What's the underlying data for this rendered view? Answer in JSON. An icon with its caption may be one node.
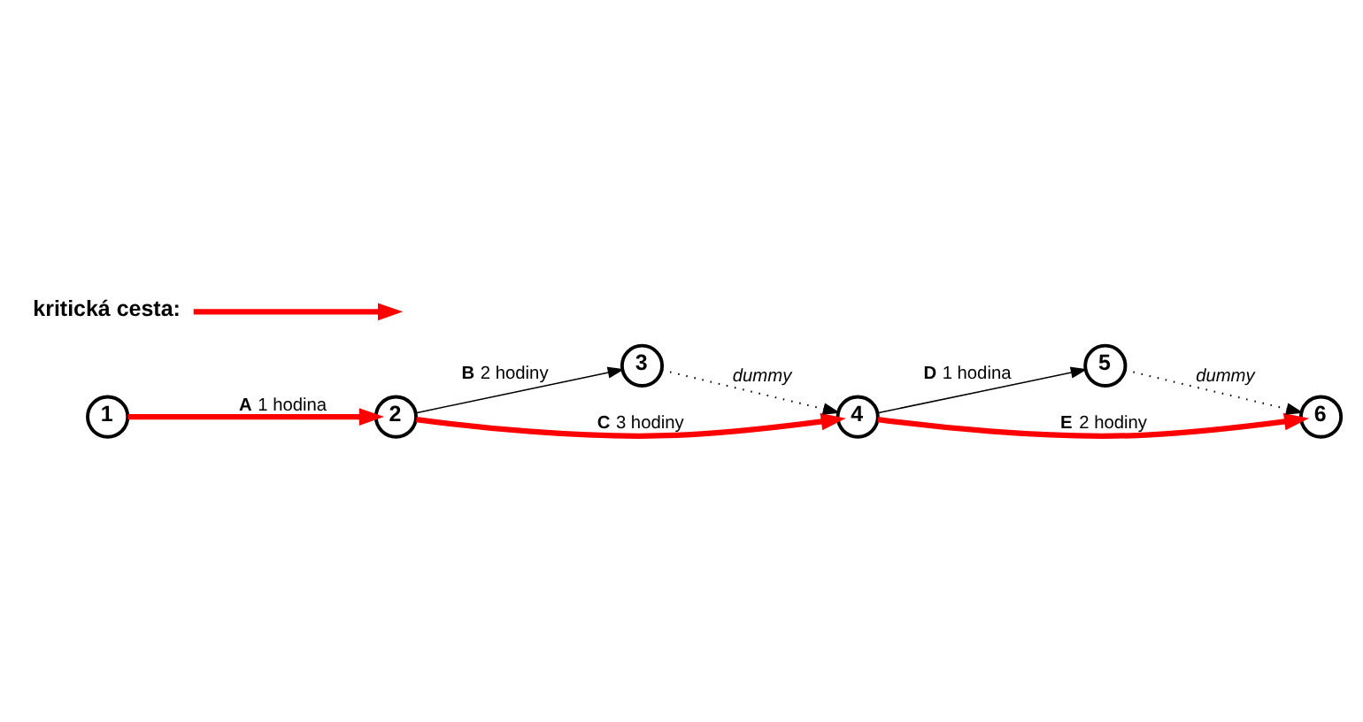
{
  "diagram": {
    "nodes": [
      {
        "text": [
          "1"
        ]
      },
      {
        "text": [
          "2"
        ]
      },
      {
        "text": [
          "3"
        ]
      },
      {
        "text": [
          "4"
        ]
      },
      {
        "text": [
          "5"
        ]
      },
      {
        "text": [
          "6"
        ]
      }
    ],
    "edges": [
      {
        "from": 0,
        "to": 1,
        "arrow": "to",
        "label": "**A** 1 hodina",
        "style": "thick",
        "color": "#ff0000"
      },
      {
        "from": 1,
        "to": 2,
        "arrow": "to",
        "label": "**B** 2 hodiny"
      },
      {
        "from": 2,
        "to": 3,
        "arrow": "to",
        "label": "*dummy*",
        "style": "dashed"
      },
      {
        "from": 1,
        "to": 3,
        "arrow": "to",
        "label": "**C** 3 hodiny",
        "style": "thick",
        "color": "#ff0000"
      },
      {
        "from": 3,
        "to": 5,
        "arrow": "to",
        "label": "**E** 2 hodiny",
        "style": "thick",
        "color": "#ff0000"
      },
      {
        "from": 3,
        "to": 4,
        "arrow": "to",
        "label": "**D** 1 hodina"
      },
      {
        "from": 4,
        "to": 5,
        "arrow": "to",
        "label": "*dummy*",
        "style": "dashed"
      }
    ],
    "legend": [
      {
        "text": "kritická cesta:"
      }
    ]
  }
}
